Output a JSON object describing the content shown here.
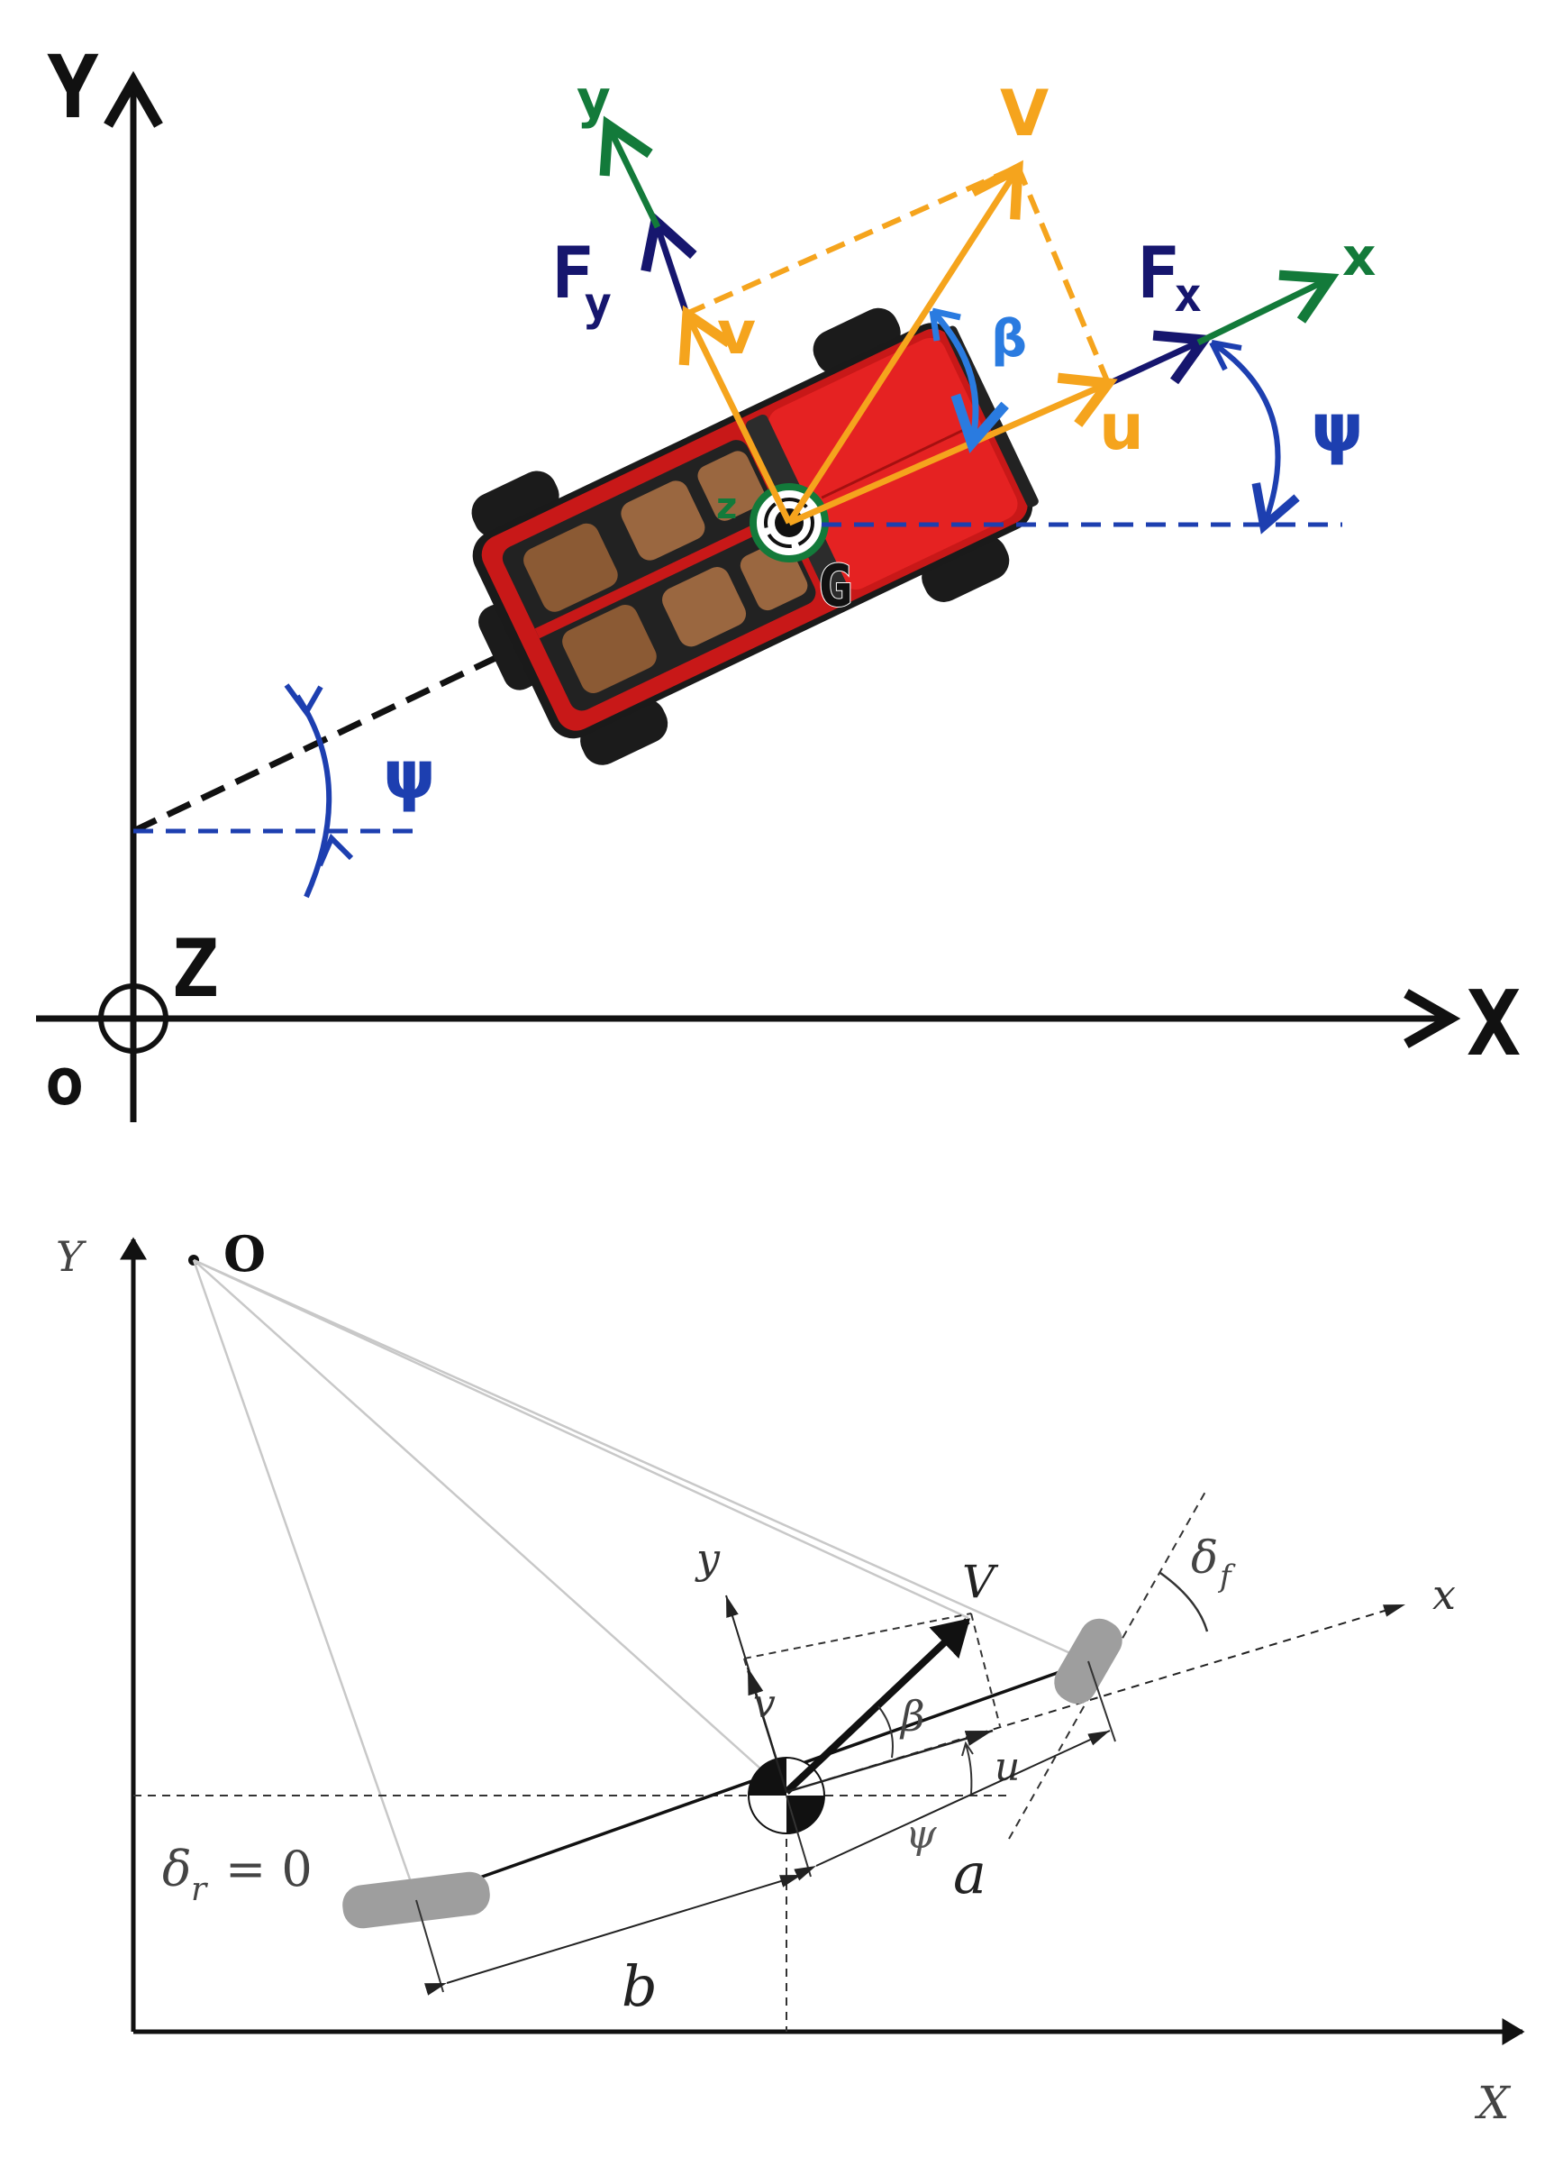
{
  "top_panel": {
    "axis_x": "X",
    "axis_y": "Y",
    "axis_z": "Z",
    "origin": "o",
    "heading_angle": "ψ",
    "heading_angle_vehicle": "ψ",
    "body_x": "x",
    "body_y": "y",
    "body_z": "z",
    "cog": "G",
    "force_x": "Fx",
    "force_x_main": "F",
    "force_x_sub": "x",
    "force_y": "Fy",
    "force_y_main": "F",
    "force_y_sub": "y",
    "velocity": "V",
    "vel_u": "u",
    "vel_v": "v",
    "slip_angle": "β",
    "colors": {
      "axes": "#111111",
      "body_axes": "#137a3a",
      "forces": "#16166e",
      "velocity": "#f5a41d",
      "angle": "#1d3fb0",
      "beta": "#2a7be0",
      "vehicle_red": "#d81a1a"
    },
    "vehicle_image": "red-jeep-topview-icon"
  },
  "bottom_panel": {
    "axis_x": "X",
    "axis_y": "Y",
    "turn_center": "O",
    "body_x": "x",
    "body_y": "y",
    "velocity": "V",
    "vel_u": "u",
    "vel_v": "v",
    "slip_angle": "β",
    "heading_angle": "ψ",
    "front_steer": "δf",
    "front_steer_main": "δ",
    "front_steer_sub": "f",
    "rear_steer": "δr = 0",
    "rear_steer_main": "δ",
    "rear_steer_sub": "r",
    "rear_steer_eq": "= 0",
    "dist_front": "a",
    "dist_rear": "b",
    "colors": {
      "lines": "#111111",
      "tire": "#9e9e9e",
      "rays": "#c8c8c8"
    }
  }
}
